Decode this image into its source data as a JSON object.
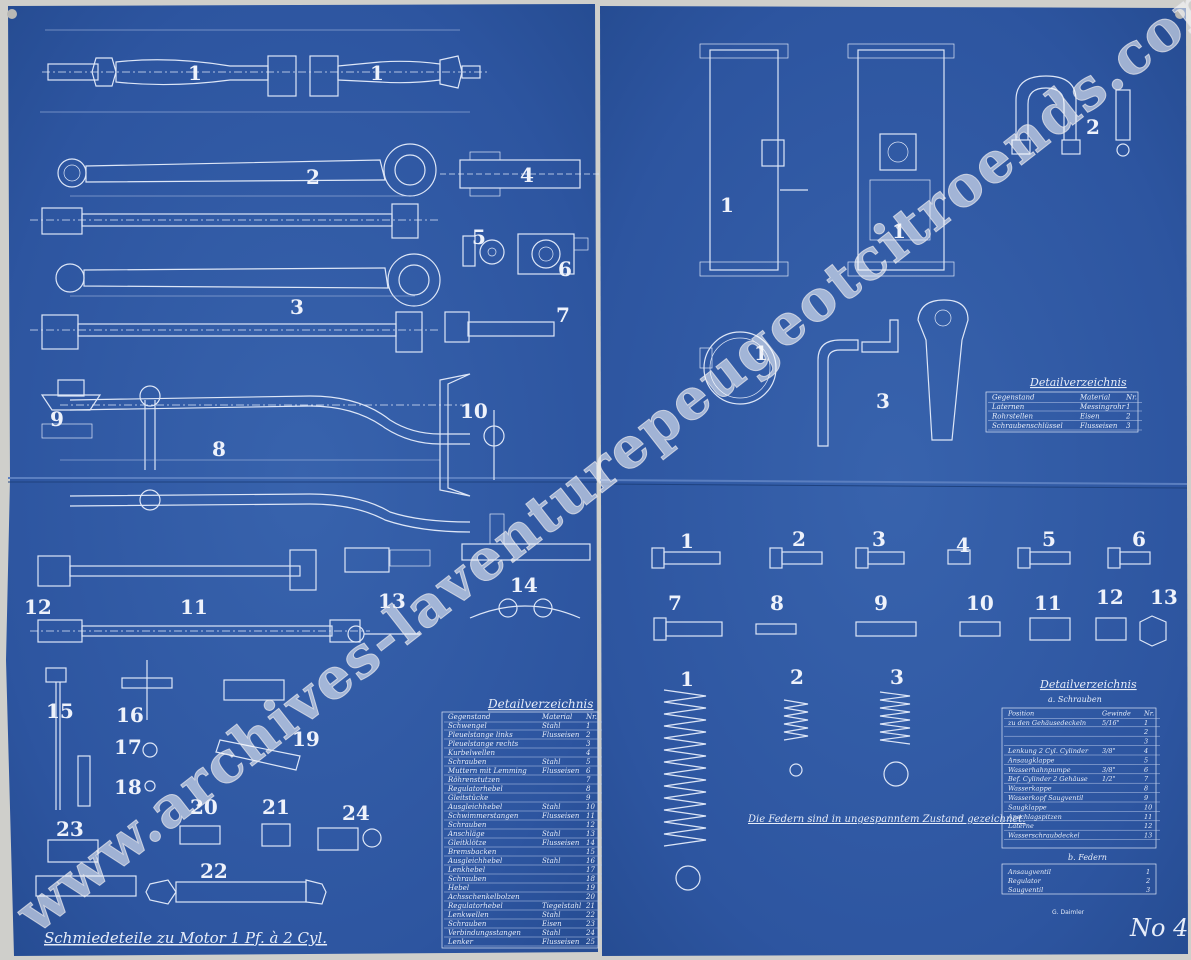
{
  "watermark": "www.archives-laventurepeugeotcitroends.com",
  "left_sheet": {
    "title": "Schmiedeteile zu Motor 1 Pf. à 2 Cyl.",
    "part_numbers": [
      "1",
      "1",
      "2",
      "3",
      "4",
      "5",
      "6",
      "7",
      "8",
      "9",
      "10",
      "11",
      "12",
      "13",
      "14",
      "15",
      "16",
      "17",
      "18",
      "19",
      "20",
      "21",
      "22",
      "23",
      "24"
    ],
    "parts_list": {
      "title": "Detailverzeichnis",
      "headers": [
        "Gegenstand",
        "Material",
        "Nr."
      ],
      "rows": [
        [
          "Schwengel",
          "Stahl",
          "1"
        ],
        [
          "Pleuelstange links",
          "Flusseisen",
          "2"
        ],
        [
          "Pleuelstange rechts",
          "",
          "3"
        ],
        [
          "Kurbelwellen",
          "",
          "4"
        ],
        [
          "Schrauben",
          "Stahl",
          "5"
        ],
        [
          "Muttern mit Lemming",
          "Flusseisen",
          "6"
        ],
        [
          "Röhrenstutzen",
          "",
          "7"
        ],
        [
          "Regulatorhebel",
          "",
          "8"
        ],
        [
          "Gleitstücke",
          "",
          "9"
        ],
        [
          "Ausgleichhebel",
          "Stahl",
          "10"
        ],
        [
          "Schwimmerstangen",
          "Flusseisen",
          "11"
        ],
        [
          "Schrauben",
          "",
          "12"
        ],
        [
          "Anschläge",
          "Stahl",
          "13"
        ],
        [
          "Gleitklötze",
          "Flusseisen",
          "14"
        ],
        [
          "Bremsbacken",
          "",
          "15"
        ],
        [
          "Ausgleichhebel",
          "Stahl",
          "16"
        ],
        [
          "Lenkhebel",
          "",
          "17"
        ],
        [
          "Schrauben",
          "",
          "18"
        ],
        [
          "Hebel",
          "",
          "19"
        ],
        [
          "Achsschenkelbolzen",
          "",
          "20"
        ],
        [
          "Regulatorhebel",
          "Tiegelstahl",
          "21"
        ],
        [
          "Lenkwellen",
          "Stahl",
          "22"
        ],
        [
          "Schrauben",
          "Eisen",
          "23"
        ],
        [
          "Verbindungsstangen",
          "Stahl",
          "24"
        ],
        [
          "Lenker",
          "Flusseisen",
          "25"
        ]
      ]
    }
  },
  "right_sheet": {
    "sheet_number": "No 4",
    "maker": "G. Daimler",
    "spring_note": "Die Federn sind in ungespanntem Zustand gezeichnet.",
    "upper_part_numbers": [
      "1",
      "1",
      "1",
      "2",
      "3"
    ],
    "bolt_numbers": [
      "1",
      "2",
      "3",
      "4",
      "5",
      "6",
      "7",
      "8",
      "9",
      "10",
      "11",
      "12",
      "13"
    ],
    "spring_numbers": [
      "1",
      "2",
      "3"
    ],
    "parts_list_top": {
      "title": "Detailverzeichnis",
      "headers": [
        "Gegenstand",
        "Material",
        "Nr."
      ],
      "rows": [
        [
          "Laternen",
          "Messingrohr",
          "1"
        ],
        [
          "Rohrstellen",
          "Eisen",
          "2"
        ],
        [
          "Schraubenschlüssel",
          "Flusseisen",
          "3"
        ]
      ]
    },
    "parts_list_bottom": {
      "title": "Detailverzeichnis",
      "subtitle": "a. Schrauben",
      "headers": [
        "Position",
        "Gewinde",
        "Nr."
      ],
      "rows": [
        [
          "zu den Gehäusedeckeln",
          "5/16\"",
          "1"
        ],
        [
          "",
          "",
          "2"
        ],
        [
          "",
          "",
          "3"
        ],
        [
          "Lenkung 2 Cyl. Cylinder",
          "3/8\"",
          "4"
        ],
        [
          "Ansaugklappe",
          "",
          "5"
        ],
        [
          "Wasserhahnpumpe",
          "3/8\"",
          "6"
        ],
        [
          "Bef. Cylinder 2 Gehäuse",
          "1/2\"",
          "7"
        ],
        [
          "Wasserkappe",
          "",
          "8"
        ],
        [
          "Wasserkopf Saugventil",
          "",
          "9"
        ],
        [
          "Saugklappe",
          "",
          "10"
        ],
        [
          "Anschlagspitzen",
          "",
          "11"
        ],
        [
          "Laterne",
          "",
          "12"
        ],
        [
          "Wasserschraubdeckel",
          "",
          "13"
        ]
      ],
      "springs_title": "b. Federn",
      "springs": [
        [
          "Ansaugventil",
          "1"
        ],
        [
          "Regulator",
          "2"
        ],
        [
          "Saugventil",
          "3"
        ]
      ]
    }
  },
  "colors": {
    "paper": "#2d55a0",
    "ink": "#e8eefa",
    "background": "#cfcfcb"
  }
}
